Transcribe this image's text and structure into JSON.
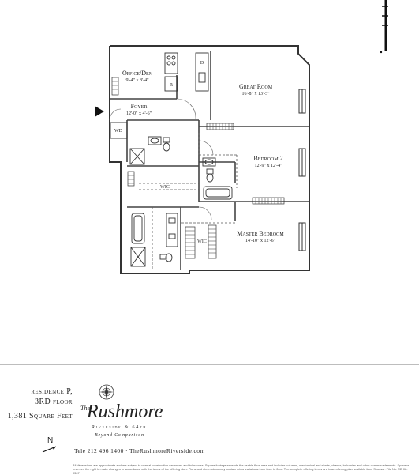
{
  "rooms": [
    {
      "id": "office",
      "name": "Office/Den",
      "dims": "9'-4\" x 8'-4\""
    },
    {
      "id": "great",
      "name": "Great Room",
      "dims": "16'-8\" x 13'-5\""
    },
    {
      "id": "foyer",
      "name": "Foyer",
      "dims": "12'-0\" x 4'-6\""
    },
    {
      "id": "bed2",
      "name": "Bedroom 2",
      "dims": "12'-9\" x 12'-4\""
    },
    {
      "id": "master",
      "name": "Master Bedroom",
      "dims": "14'-10\" x 12'-6\""
    }
  ],
  "plan_labels": {
    "wd": "WD",
    "wic_upper": "WIC",
    "wic_lower": "WIC",
    "dishwasher": "D",
    "refrigerator": "R"
  },
  "unit": {
    "residence": "residence P,",
    "floor": "3RD floor",
    "area": "1,381 Square Feet"
  },
  "brand": {
    "the": "The",
    "name": "Rushmore",
    "location": "Riverside & 64th",
    "tagline": "Beyond Comparison"
  },
  "contact": "Tele 212 496 1400 · TheRushmoreRiverside.com",
  "north_label": "N",
  "disclaimer": "All dimensions are approximate and are subject to normal construction variances and tolerances. Square footage exceeds the usable floor area and includes columns, mechanical and shafts, chases, balconies and other common elements. Sponsor reserves the right to make changes in accordance with the terms of the offering plan. Plans and dimensions may contain minor variations from floor to floor. The complete offering terms are in an offering plan available from Sponsor. File No. CD 06-0307."
}
